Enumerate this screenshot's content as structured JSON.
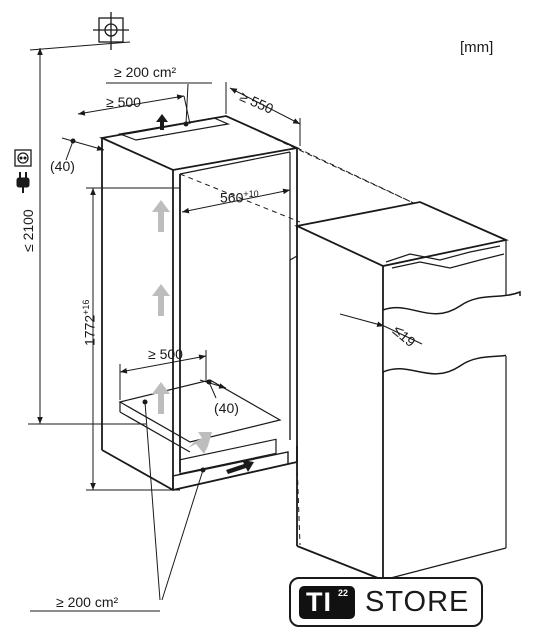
{
  "unit_label": "[mm]",
  "dimensions": {
    "vent_top_area": "≥ 200 cm²",
    "top_depth": "≥ 500",
    "depth_550": "≥ 550",
    "top_gap": "(40)",
    "niche_width": "560",
    "niche_width_tol": "+10",
    "total_height": "≤ 2100",
    "niche_height": "1772",
    "niche_height_tol": "+16",
    "bottom_depth": "≥ 500",
    "bottom_gap": "(40)",
    "door_gap": "19",
    "vent_bottom_area": "≥ 200 cm²"
  },
  "logo": {
    "mark": "TI",
    "superscript": "22",
    "name": "STORE"
  },
  "icons": [
    "crosshair-icon",
    "socket-icon",
    "plug-icon",
    "airflow-arrow-icon"
  ],
  "colors": {
    "line": "#1a1a1a",
    "airflow": "#bdbdbd",
    "logo_fill": "#111111"
  }
}
